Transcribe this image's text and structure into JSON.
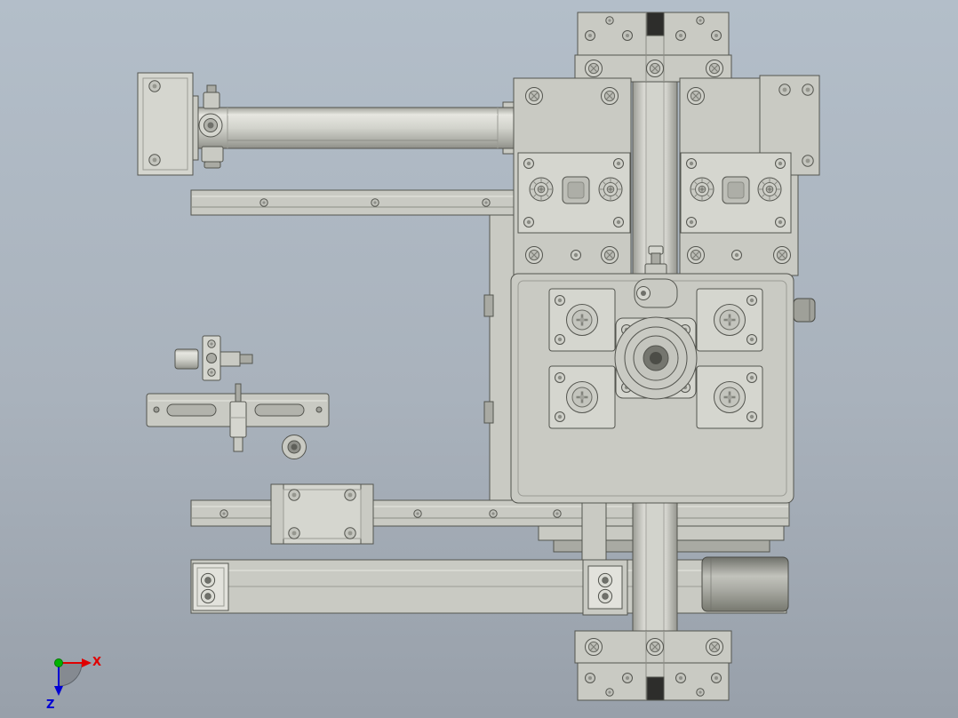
{
  "colors": {
    "bg-top": "#b3bec9",
    "bg-mid": "#a9b2bc",
    "bg-bottom": "#98a0aa",
    "part": "#c9cac3",
    "part-light": "#d5d6cf",
    "part-lighter": "#e2e2dc",
    "part-dark": "#a9aaa3",
    "outline": "#54554f",
    "notch": "#2d2d2b",
    "axis-x": "#e00000",
    "axis-z": "#0000d4",
    "axis-origin": "#00b300",
    "axis-sector": "#858a91"
  },
  "triad": {
    "x_label": "X",
    "z_label": "Z"
  },
  "components": [
    "pneumatic-cylinder",
    "cylinder-mount-plate",
    "upper-linear-rail",
    "side-support-plate",
    "top-mount-plates",
    "upper-left-plate",
    "upper-right-plate",
    "right-bracket-plate",
    "left-fitting-block",
    "right-fitting-block",
    "grease-fitting",
    "main-body-plate",
    "center-flange",
    "clamp-block-top-left",
    "clamp-block-top-right",
    "clamp-block-bottom-left",
    "clamp-block-bottom-right",
    "center-column",
    "lower-linear-rail",
    "guide-carriage",
    "stopper-screw-assembly",
    "slotted-bar",
    "clamp-pin",
    "washer-ring",
    "body-lower-steps",
    "center-support-link",
    "bottom-bar",
    "bottom-roller",
    "bottom-mount-plates",
    "right-stub-pin",
    "orientation-triad"
  ]
}
